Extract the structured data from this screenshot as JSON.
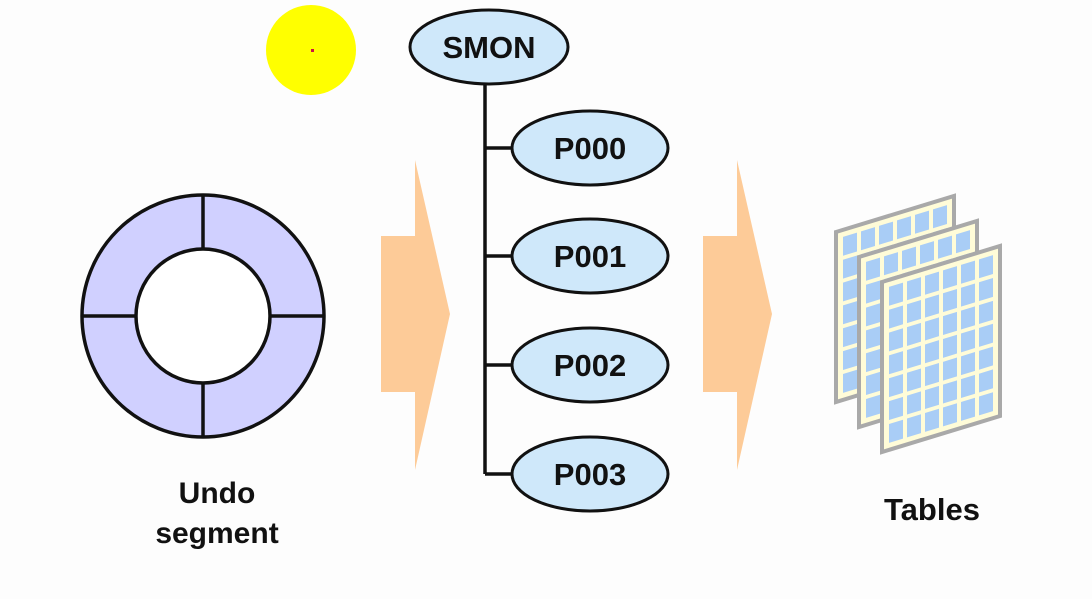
{
  "diagram": {
    "coordinator": {
      "label": "SMON"
    },
    "workers": [
      {
        "label": "P000"
      },
      {
        "label": "P001"
      },
      {
        "label": "P002"
      },
      {
        "label": "P003"
      }
    ],
    "source": {
      "label_line1": "Undo",
      "label_line2": "segment"
    },
    "target": {
      "label": "Tables"
    }
  },
  "colors": {
    "ellipse_fill": "#cfe8fa",
    "stroke": "#111111",
    "ring_fill": "#d0d0ff",
    "arrow_fill": "#fdcb98",
    "sun_fill": "#ffff00",
    "sheet_fill": "#fffcd8",
    "sheet_border": "#a9a9a9",
    "cell_fill": "#a9cdf6"
  },
  "icons": {
    "indicator": "yellow-circle-icon",
    "source": "undo-segment-ring-icon",
    "target": "stacked-tables-icon",
    "flow": "right-arrow-icon"
  }
}
